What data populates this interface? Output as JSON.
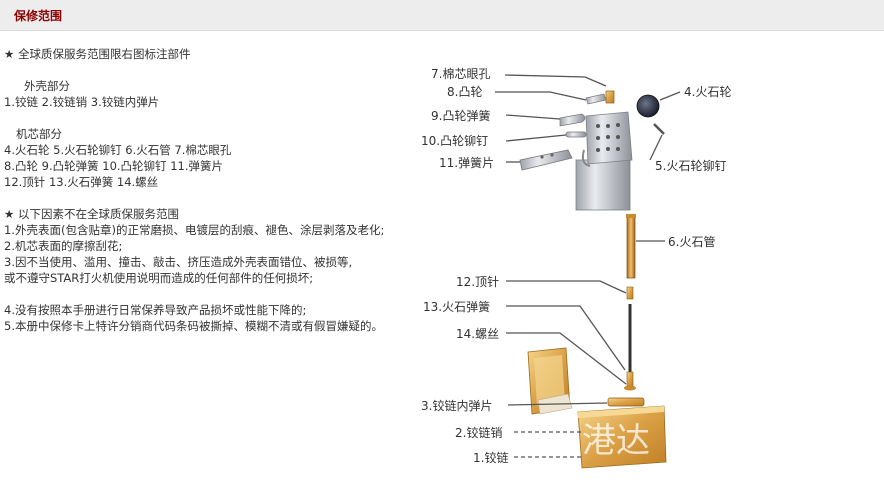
{
  "header": {
    "title": "保修范围"
  },
  "left": {
    "intro": "★ 全球质保服务范围限右图标注部件",
    "shell_heading": "外壳部分",
    "shell_parts": "1.铰链  2.铰链销  3.铰链内弹片",
    "core_heading": "机芯部分",
    "core_line1": "4.火石轮  5.火石轮铆钉  6.火石管  7.棉芯眼孔",
    "core_line2": "8.凸轮  9.凸轮弹簧  10.凸轮铆钉  11.弹簧片",
    "core_line3": "12.顶针  13.火石弹簧  14.螺丝",
    "excl_heading": "★ 以下因素不在全球质保服务范围",
    "excl_1": "1.外壳表面(包含贴章)的正常磨损、电镀层的刮痕、褪色、涂层剥落及老化;",
    "excl_2": "2.机芯表面的摩擦刮花;",
    "excl_3a": "3.因不当使用、滥用、撞击、敲击、挤压造成外壳表面错位、被损等,",
    "excl_3b": "或不遵守STAR打火机使用说明而造成的任何部件的任何损坏;",
    "excl_4": "4.没有按照本手册进行日常保养导致产品损坏或性能下降的;",
    "excl_5": "5.本册中保修卡上特许分销商代码条码被撕掉、模糊不清或有假冒嫌疑的。"
  },
  "diagram": {
    "labels": {
      "p7": "7.棉芯眼孔",
      "p8": "8.凸轮",
      "p9": "9.凸轮弹簧",
      "p10": "10.凸轮铆钉",
      "p11": "11.弹簧片",
      "p4": "4.火石轮",
      "p5": "5.火石轮铆钉",
      "p6": "6.火石管",
      "p12": "12.顶针",
      "p13": "13.火石弹簧",
      "p14": "14.螺丝",
      "p3": "3.铰链内弹片",
      "p2": "2.铰链销",
      "p1": "1.铰链"
    },
    "watermark": "港达",
    "colors": {
      "gold": "#d79a3a",
      "gold_light": "#f0c777",
      "chrome": "#c9ccd2",
      "dark": "#2a2f3a"
    }
  }
}
